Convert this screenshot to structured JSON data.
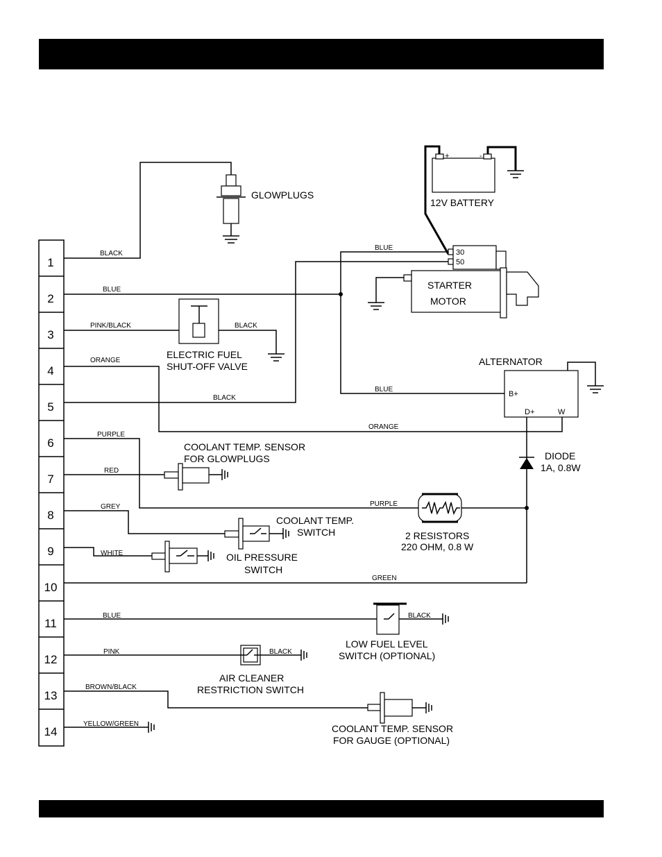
{
  "terminals": [
    "1",
    "2",
    "3",
    "4",
    "5",
    "6",
    "7",
    "8",
    "9",
    "10",
    "11",
    "12",
    "13",
    "14"
  ],
  "wires": {
    "t1": "BLACK",
    "t2": "BLUE",
    "t3": "PINK/BLACK",
    "t3_ground": "BLACK",
    "t4": "ORANGE",
    "t4_alt": "ORANGE",
    "t5": "BLACK",
    "t6": "PURPLE",
    "t6_res": "PURPLE",
    "t7": "RED",
    "t8": "GREY",
    "t9": "WHITE",
    "t10": "GREEN",
    "t11": "BLUE",
    "t11_ground": "BLACK",
    "t12": "PINK",
    "t12_ground": "BLACK",
    "t13": "BROWN/BLACK",
    "t14": "YELLOW/GREEN",
    "starter_blue": "BLUE",
    "alt_blue": "BLUE"
  },
  "components": {
    "glowplugs": "GLOWPLUGS",
    "battery": "12V BATTERY",
    "battery_pos": "+",
    "battery_neg": "-",
    "starter_l1": "STARTER",
    "starter_l2": "MOTOR",
    "starter_t30": "30",
    "starter_t50": "50",
    "fuel_valve_l1": "ELECTRIC FUEL",
    "fuel_valve_l2": "SHUT-OFF VALVE",
    "alternator": "ALTERNATOR",
    "alt_bplus": "B+",
    "alt_dplus": "D+",
    "alt_w": "W",
    "diode_l1": "DIODE",
    "diode_l2": "1A, 0.8W",
    "coolant_glow_l1": "COOLANT TEMP. SENSOR",
    "coolant_glow_l2": "FOR GLOWPLUGS",
    "coolant_switch_l1": "COOLANT TEMP.",
    "coolant_switch_l2": "SWITCH",
    "resistors_l1": "2 RESISTORS",
    "resistors_l2": "220 OHM, 0.8 W",
    "oil_l1": "OIL PRESSURE",
    "oil_l2": "SWITCH",
    "fuel_level_l1": "LOW FUEL LEVEL",
    "fuel_level_l2": "SWITCH (OPTIONAL)",
    "air_l1": "AIR CLEANER",
    "air_l2": "RESTRICTION SWITCH",
    "coolant_gauge_l1": "COOLANT TEMP. SENSOR",
    "coolant_gauge_l2": "FOR GAUGE (OPTIONAL)"
  }
}
